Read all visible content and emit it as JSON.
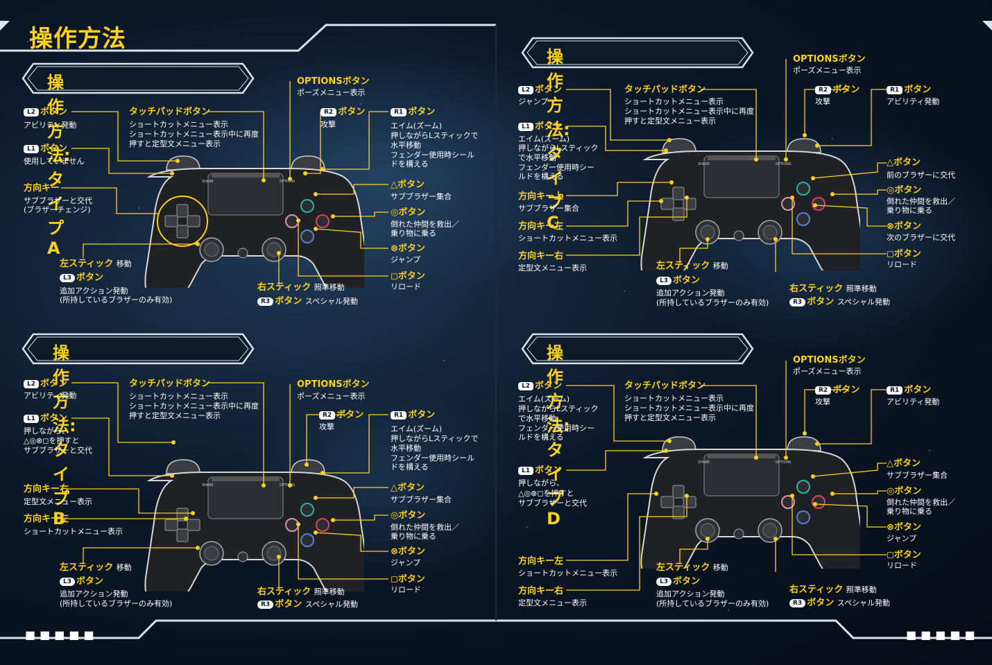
{
  "page_title": "操作方法",
  "sections": {
    "a": {
      "title": "操作方法:タイプA",
      "l2": {
        "key": "L2",
        "label": "ボタン",
        "desc": "アビリティ発動"
      },
      "l1": {
        "key": "L1",
        "label": "ボタン",
        "desc": "使用していません"
      },
      "dpad": {
        "label": "方向キー",
        "desc1": "サブブラザーと交代",
        "desc2": "(ブラザーチェンジ)"
      },
      "touch": {
        "label": "タッチパッドボタン",
        "desc1": "ショートカットメニュー表示",
        "desc2": "ショートカットメニュー表示中に再度",
        "desc3": "押すと定型文メニュー表示"
      },
      "options": {
        "label": "OPTIONSボタン",
        "desc": "ポーズメニュー表示"
      },
      "r2": {
        "key": "R2",
        "label": "ボタン",
        "desc": "攻撃"
      },
      "r1": {
        "key": "R1",
        "label": "ボタン",
        "desc1": "エイム(ズーム)",
        "desc2": "押しながらLスティックで",
        "desc3": "水平移動",
        "desc4": "フェンダー使用時シール",
        "desc5": "ドを構える"
      },
      "triangle": {
        "label": "△ボタン",
        "desc": "サブブラザー集合"
      },
      "circle": {
        "label": "◎ボタン",
        "desc1": "倒れた仲間を救出／",
        "desc2": "乗り物に乗る"
      },
      "cross": {
        "label": "⊗ボタン",
        "desc": "ジャンプ"
      },
      "square": {
        "label": "◻ボタン",
        "desc": "リロード"
      },
      "lstick": {
        "label": "左スティック",
        "sub": "移動"
      },
      "l3": {
        "key": "L3",
        "label": "ボタン",
        "desc1": "追加アクション発動",
        "desc2": "(所持しているブラザーのみ有効)"
      },
      "rstick": {
        "label": "右スティック",
        "sub": "照準移動"
      },
      "r3": {
        "key": "R3",
        "label": "ボタン",
        "sub": "スペシャル発動"
      }
    },
    "b": {
      "title": "操作方法:タイプB",
      "l2": {
        "key": "L2",
        "label": "ボタン",
        "desc": "アビリティ発動"
      },
      "l1": {
        "key": "L1",
        "label": "ボタン",
        "desc1": "押しながら、",
        "desc2": "△◎⊗◻を押すと",
        "desc3": "サブブラザーと交代"
      },
      "dpad_right": {
        "label": "方向キー右",
        "desc": "定型文メニュー表示"
      },
      "dpad_left": {
        "label": "方向キー左",
        "desc": "ショートカットメニュー表示"
      },
      "touch": {
        "label": "タッチパッドボタン",
        "desc1": "ショートカットメニュー表示",
        "desc2": "ショートカットメニュー表示中に再度",
        "desc3": "押すと定型文メニュー表示"
      },
      "options": {
        "label": "OPTIONSボタン",
        "desc": "ポーズメニュー表示"
      },
      "r2": {
        "key": "R2",
        "label": "ボタン",
        "desc": "攻撃"
      },
      "r1": {
        "key": "R1",
        "label": "ボタン",
        "desc1": "エイム(ズーム)",
        "desc2": "押しながらLスティックで",
        "desc3": "水平移動",
        "desc4": "フェンダー使用時シール",
        "desc5": "ドを構える"
      },
      "triangle": {
        "label": "△ボタン",
        "desc": "サブブラザー集合"
      },
      "circle": {
        "label": "◎ボタン",
        "desc1": "倒れた仲間を救出／",
        "desc2": "乗り物に乗る"
      },
      "cross": {
        "label": "⊗ボタン",
        "desc": "ジャンプ"
      },
      "square": {
        "label": "◻ボタン",
        "desc": "リロード"
      },
      "lstick": {
        "label": "左スティック",
        "sub": "移動"
      },
      "l3": {
        "key": "L3",
        "label": "ボタン",
        "desc1": "追加アクション発動",
        "desc2": "(所持しているブラザーのみ有効)"
      },
      "rstick": {
        "label": "右スティック",
        "sub": "照準移動"
      },
      "r3": {
        "key": "R3",
        "label": "ボタン",
        "sub": "スペシャル発動"
      }
    },
    "c": {
      "title": "操作方法:タイプC",
      "options": {
        "label": "OPTIONSボタン",
        "desc": "ポーズメニュー表示"
      },
      "l2": {
        "key": "L2",
        "label": "ボタン",
        "desc": "ジャンプ"
      },
      "touch": {
        "label": "タッチパッドボタン",
        "desc1": "ショートカットメニュー表示",
        "desc2": "ショートカットメニュー表示中に再度",
        "desc3": "押すと定型文メニュー表示"
      },
      "r2": {
        "key": "R2",
        "label": "ボタン",
        "desc": "攻撃"
      },
      "r1": {
        "key": "R1",
        "label": "ボタン",
        "desc": "アビリティ発動"
      },
      "l1": {
        "key": "L1",
        "label": "ボタン",
        "desc1": "エイム(ズーム)",
        "desc2": "押しながらLスティック",
        "desc3": "で水平移動",
        "desc4": "フェンダー使用時シー",
        "desc5": "ルドを構える"
      },
      "dpad_up": {
        "label": "方向キー上",
        "desc": "サブブラザー集合"
      },
      "dpad_left": {
        "label": "方向キー左",
        "desc": "ショートカットメニュー表示"
      },
      "dpad_right": {
        "label": "方向キー右",
        "desc": "定型文メニュー表示"
      },
      "triangle": {
        "label": "△ボタン",
        "desc": "前のブラザーに交代"
      },
      "circle": {
        "label": "◎ボタン",
        "desc1": "倒れた仲間を救出／",
        "desc2": "乗り物に乗る"
      },
      "cross": {
        "label": "⊗ボタン",
        "desc": "次のブラザーに交代"
      },
      "square": {
        "label": "◻ボタン",
        "desc": "リロード"
      },
      "lstick": {
        "label": "左スティック",
        "sub": "移動"
      },
      "l3": {
        "key": "L3",
        "label": "ボタン",
        "desc1": "追加アクション発動",
        "desc2": "(所持しているブラザーのみ有効)"
      },
      "rstick": {
        "label": "右スティック",
        "sub": "照準移動"
      },
      "r3": {
        "key": "R3",
        "label": "ボタン",
        "sub": "スペシャル発動"
      }
    },
    "d": {
      "title": "操作方法:タイプD",
      "options": {
        "label": "OPTIONSボタン",
        "desc": "ポーズメニュー表示"
      },
      "l2": {
        "key": "L2",
        "label": "ボタン",
        "desc1": "エイム(ズーム)",
        "desc2": "押しながらLスティック",
        "desc3": "で水平移動",
        "desc4": "フェンダー使用時シー",
        "desc5": "ルドを構える"
      },
      "touch": {
        "label": "タッチパッドボタン",
        "desc1": "ショートカットメニュー表示",
        "desc2": "ショートカットメニュー表示中に再度",
        "desc3": "押すと定型文メニュー表示"
      },
      "r2": {
        "key": "R2",
        "label": "ボタン",
        "desc": "攻撃"
      },
      "r1": {
        "key": "R1",
        "label": "ボタン",
        "desc": "アビリティ発動"
      },
      "l1": {
        "key": "L1",
        "label": "ボタン",
        "desc1": "押しながら、",
        "desc2": "△◎⊗◻を押すと",
        "desc3": "サブブラザーと交代"
      },
      "triangle": {
        "label": "△ボタン",
        "desc": "サブブラザー集合"
      },
      "circle": {
        "label": "◎ボタン",
        "desc1": "倒れた仲間を救出／",
        "desc2": "乗り物に乗る"
      },
      "cross": {
        "label": "⊗ボタン",
        "desc": "ジャンプ"
      },
      "square": {
        "label": "◻ボタン",
        "desc": "リロード"
      },
      "dpad_left": {
        "label": "方向キー左",
        "desc": "ショートカットメニュー表示"
      },
      "dpad_right": {
        "label": "方向キー右",
        "desc": "定型文メニュー表示"
      },
      "lstick": {
        "label": "左スティック",
        "sub": "移動"
      },
      "l3": {
        "key": "L3",
        "label": "ボタン",
        "desc1": "追加アクション発動",
        "desc2": "(所持しているブラザーのみ有効)"
      },
      "rstick": {
        "label": "右スティック",
        "sub": "照準移動"
      },
      "r3": {
        "key": "R3",
        "label": "ボタン",
        "sub": "スペシャル発動"
      }
    }
  },
  "controller": {
    "share": "SHARE",
    "options": "OPTIONS"
  },
  "colors": {
    "accent": "#ffd21f",
    "frame": "#d8e4ee",
    "body": "#202226",
    "triangle": "#2fb3a0",
    "circle": "#e0405a",
    "cross": "#5b7fd6",
    "square": "#e28fb0"
  }
}
